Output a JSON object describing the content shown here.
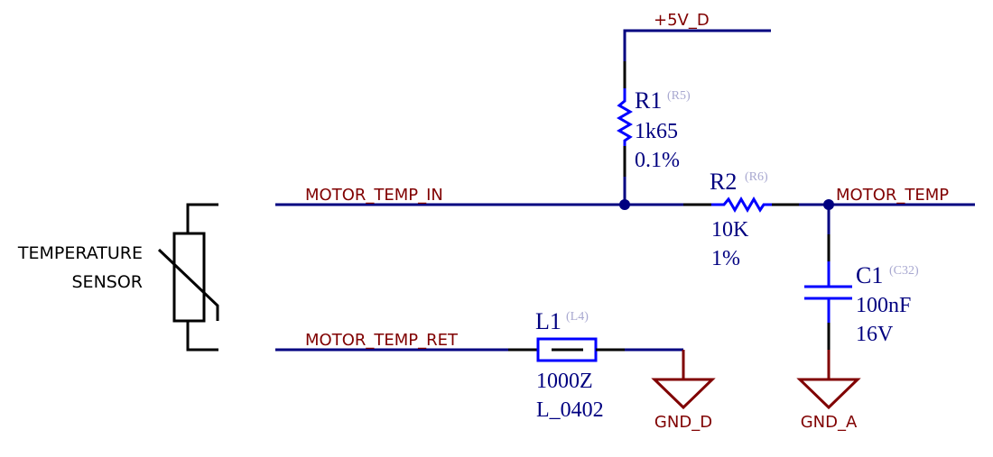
{
  "schematic": {
    "sensor": {
      "label_line1": "TEMPERATURE",
      "label_line2": "SENSOR"
    },
    "nets": {
      "power": "+5V_D",
      "motor_temp_in": "MOTOR_TEMP_IN",
      "motor_temp": "MOTOR_TEMP",
      "motor_temp_ret": "MOTOR_TEMP_RET",
      "gnd_d": "GND_D",
      "gnd_a": "GND_A"
    },
    "components": {
      "r1": {
        "designator": "R1",
        "alt": "(R5)",
        "value": "1k65",
        "tolerance": "0.1%"
      },
      "r2": {
        "designator": "R2",
        "alt": "(R6)",
        "value": "10K",
        "tolerance": "1%"
      },
      "c1": {
        "designator": "C1",
        "alt": "(C32)",
        "value": "100nF",
        "rating": "16V"
      },
      "l1": {
        "designator": "L1",
        "alt": "(L4)",
        "value": "1000Z",
        "footprint": "L_0402"
      }
    },
    "colors": {
      "wire": "#000080",
      "net_label": "#800000",
      "component_body": "#0000ff",
      "pin": "#000000",
      "designator": "#000080",
      "alt_designator": "#a8a8d0"
    }
  }
}
